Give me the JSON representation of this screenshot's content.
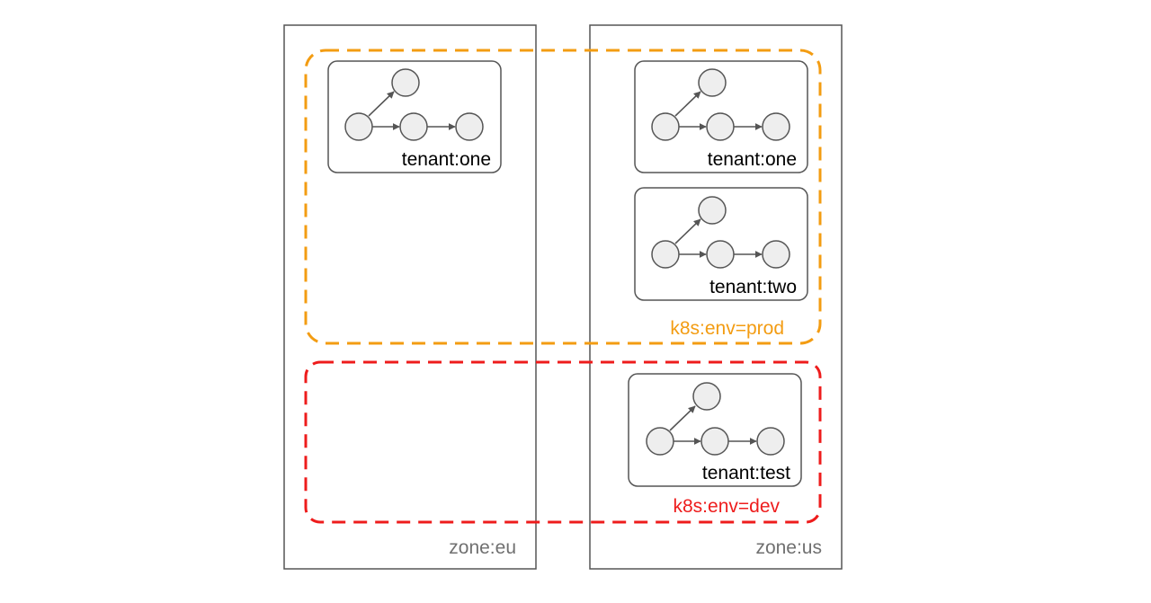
{
  "colors": {
    "zone_border": "#555555",
    "zone_label": "#707070",
    "prod": "#f39c12",
    "dev": "#ee1c1c",
    "node_fill": "#eeeeee",
    "node_stroke": "#555555",
    "tenant_border": "#555555",
    "text": "#000000"
  },
  "zones": [
    {
      "id": "eu",
      "label": "zone:eu"
    },
    {
      "id": "us",
      "label": "zone:us"
    }
  ],
  "environments": [
    {
      "id": "prod",
      "label": "k8s:env=prod"
    },
    {
      "id": "dev",
      "label": "k8s:env=dev"
    }
  ],
  "tenants": [
    {
      "id": "eu-one",
      "zone": "eu",
      "env": "prod",
      "label": "tenant:one"
    },
    {
      "id": "us-one",
      "zone": "us",
      "env": "prod",
      "label": "tenant:one"
    },
    {
      "id": "us-two",
      "zone": "us",
      "env": "prod",
      "label": "tenant:two"
    },
    {
      "id": "us-test",
      "zone": "us",
      "env": "dev",
      "label": "tenant:test"
    }
  ]
}
